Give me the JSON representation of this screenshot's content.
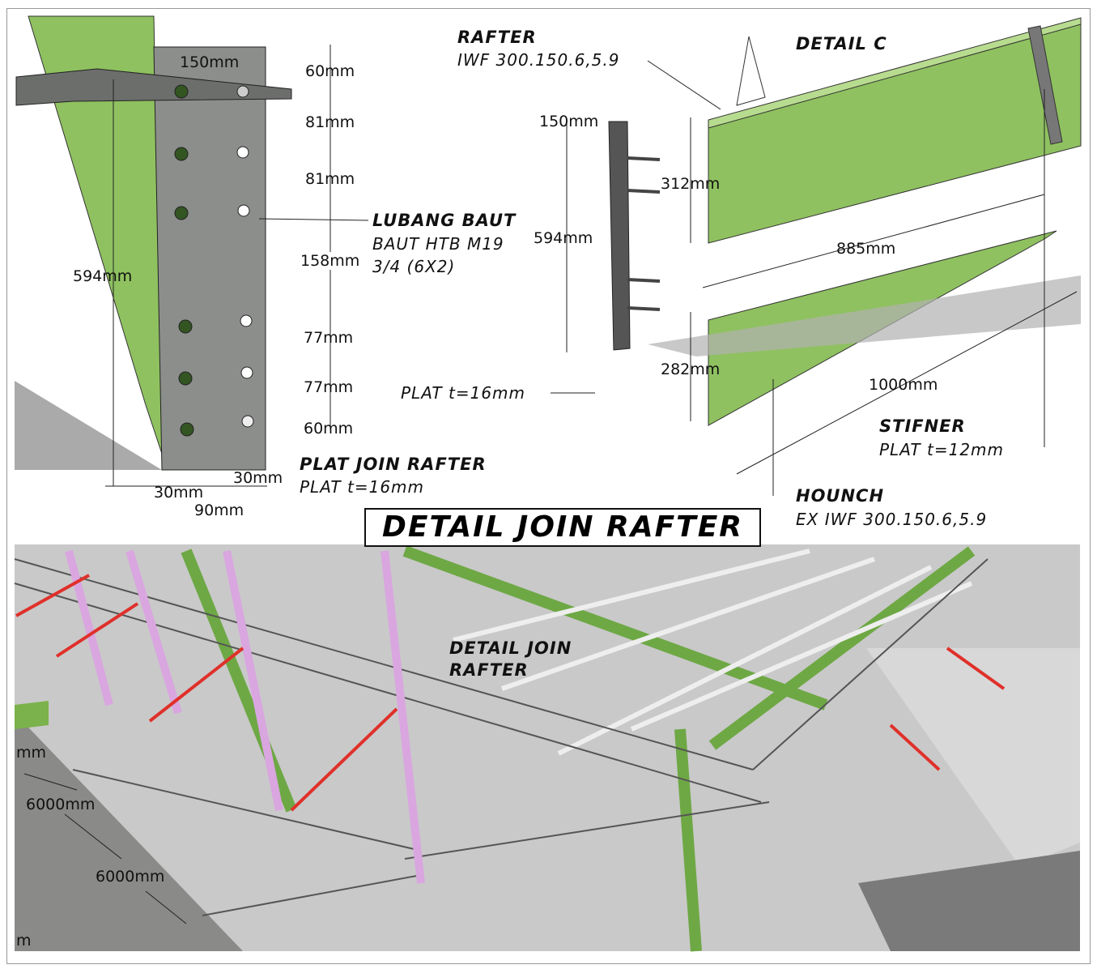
{
  "title": "DETAIL JOIN RAFTER",
  "plate_dims": {
    "top_width": "150mm",
    "spacings": [
      "60mm",
      "81mm",
      "81mm",
      "158mm",
      "77mm",
      "77mm",
      "60mm"
    ],
    "height": "594mm",
    "bottom_left": "30mm",
    "bottom_right": "30mm",
    "bottom_center": "90mm"
  },
  "labels": {
    "lubang_baut": "LUBANG BAUT",
    "baut_line1": "BAUT HTB M19",
    "baut_line2": "3/4 (6X2)",
    "plat_join_rafter": "PLAT JOIN RAFTER",
    "plat_join_rafter_spec": "PLAT t=16mm",
    "rafter": "RAFTER",
    "rafter_spec": "IWF 300.150.6,5.9",
    "detail_c": "DETAIL C",
    "plat_side": "PLAT t=16mm",
    "stifner": "STIFNER",
    "stifner_spec": "PLAT t=12mm",
    "hounch": "HOUNCH",
    "hounch_spec": "EX IWF 300.150.6,5.9",
    "detail_join_line1": "DETAIL JOIN",
    "detail_join_line2": "RAFTER"
  },
  "side_dims": {
    "width": "150mm",
    "height": "594mm"
  },
  "rafter_dims": {
    "depth": "312mm",
    "hounch_length": "885mm",
    "hounch_depth": "282mm",
    "length": "1000mm"
  },
  "building_dims": [
    "mm",
    "6000mm",
    "6000mm",
    "m"
  ],
  "colors": {
    "steel_green": "#8fc160",
    "plate_gray": "#8a8c8a",
    "pink_column": "#d9a6e0",
    "brace_red": "#e0302a"
  }
}
